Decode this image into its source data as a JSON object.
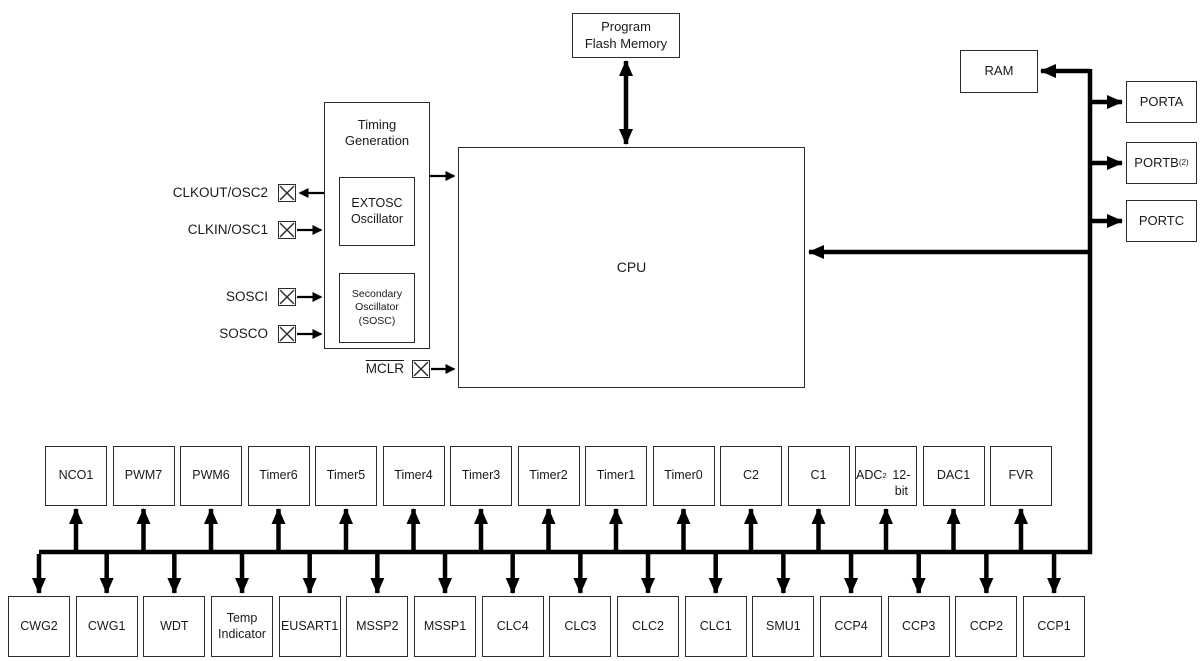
{
  "boxes": {
    "program_flash": "Program\nFlash Memory",
    "ram": "RAM",
    "cpu": "CPU",
    "timing_title": "Timing\nGeneration",
    "extosc": "EXTOSC\nOscillator",
    "sosc": "Secondary\nOscillator\n(SOSC)"
  },
  "ports": [
    "PORTA",
    "PORTB^{(2)}",
    "PORTC"
  ],
  "pins": [
    {
      "label": "CLKOUT/OSC2",
      "overline": false
    },
    {
      "label": "CLKIN/OSC1",
      "overline": false
    },
    {
      "label": "SOSCI",
      "overline": false
    },
    {
      "label": "SOSCO",
      "overline": false
    },
    {
      "label": "MCLR",
      "overline": true
    }
  ],
  "peripherals_top": [
    "NCO1",
    "PWM7",
    "PWM6",
    "Timer6",
    "Timer5",
    "Timer4",
    "Timer3",
    "Timer2",
    "Timer1",
    "Timer0",
    "C2",
    "C1",
    "ADC^{2}\n12-bit",
    "DAC1",
    "FVR"
  ],
  "peripherals_bottom": [
    "CWG2",
    "CWG1",
    "WDT",
    "Temp\nIndicator",
    "EUSART1",
    "MSSP2",
    "MSSP1",
    "CLC4",
    "CLC3",
    "CLC2",
    "CLC1",
    "SMU1",
    "CCP4",
    "CCP3",
    "CCP2",
    "CCP1"
  ],
  "colors": {
    "line": "#000000",
    "box_border": "#2b2b2b",
    "background": "#ffffff",
    "text": "#1a1a1a"
  }
}
